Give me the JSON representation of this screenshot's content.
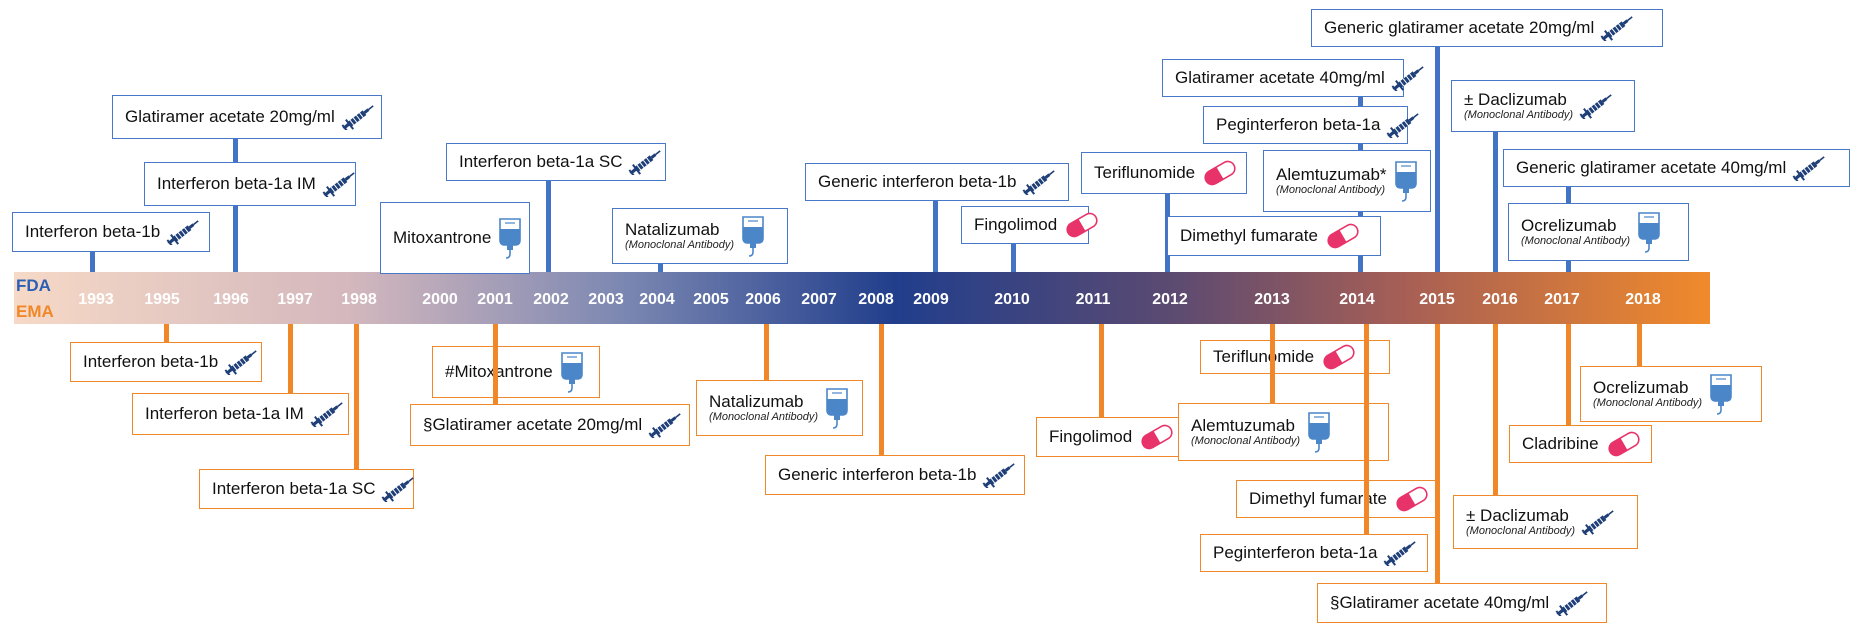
{
  "legend": {
    "fda": "FDA",
    "ema": "EMA"
  },
  "years": [
    "1993",
    "1995",
    "1996",
    "1997",
    "1998",
    "2000",
    "2001",
    "2002",
    "2003",
    "2004",
    "2005",
    "2006",
    "2007",
    "2008",
    "2009",
    "2010",
    "2011",
    "2012",
    "2013",
    "2014",
    "2015",
    "2016",
    "2017",
    "2018"
  ],
  "fda_events": [
    {
      "name": "Interferon beta-1b",
      "icon": "syringe-icon"
    },
    {
      "name": "Glatiramer acetate 20mg/ml",
      "icon": "syringe-icon"
    },
    {
      "name": "Interferon beta-1a IM",
      "icon": "syringe-icon"
    },
    {
      "name": "Mitoxantrone",
      "icon": "iv-bag-icon"
    },
    {
      "name": "Interferon beta-1a SC",
      "icon": "syringe-icon"
    },
    {
      "name": "Natalizumab",
      "sub": "(Monoclonal Antibody)",
      "icon": "iv-bag-icon"
    },
    {
      "name": "Generic interferon beta-1b",
      "icon": "syringe-icon"
    },
    {
      "name": "Fingolimod",
      "icon": "pill-icon"
    },
    {
      "name": "Teriflunomide",
      "icon": "pill-icon"
    },
    {
      "name": "Generic glatiramer acetate 20mg/ml",
      "icon": "syringe-icon"
    },
    {
      "name": "Glatiramer acetate 40mg/ml",
      "icon": "syringe-icon"
    },
    {
      "name": "Peginterferon beta-1a",
      "icon": "syringe-icon"
    },
    {
      "name": "Alemtuzumab*",
      "sub": "(Monoclonal Antibody)",
      "icon": "iv-bag-icon"
    },
    {
      "name": "Dimethyl fumarate",
      "icon": "pill-icon"
    },
    {
      "name": "± Daclizumab",
      "sub": "(Monoclonal Antibody)",
      "icon": "syringe-icon"
    },
    {
      "name": "Generic glatiramer acetate 40mg/ml",
      "icon": "syringe-icon"
    },
    {
      "name": "Ocrelizumab",
      "sub": "(Monoclonal Antibody)",
      "icon": "iv-bag-icon"
    }
  ],
  "ema_events": [
    {
      "name": "Interferon beta-1b",
      "icon": "syringe-icon"
    },
    {
      "name": "Interferon beta-1a IM",
      "icon": "syringe-icon"
    },
    {
      "name": "Interferon beta-1a SC",
      "icon": "syringe-icon"
    },
    {
      "name": "#Mitoxantrone",
      "icon": "iv-bag-icon"
    },
    {
      "name": "§Glatiramer acetate 20mg/ml",
      "icon": "syringe-icon"
    },
    {
      "name": "Natalizumab",
      "sub": "(Monoclonal Antibody)",
      "icon": "iv-bag-icon"
    },
    {
      "name": "Generic interferon beta-1b",
      "icon": "syringe-icon"
    },
    {
      "name": "Fingolimod",
      "icon": "pill-icon"
    },
    {
      "name": "Teriflunomide",
      "icon": "pill-icon"
    },
    {
      "name": "Alemtuzumab",
      "sub": "(Monoclonal Antibody)",
      "icon": "iv-bag-icon"
    },
    {
      "name": "Dimethyl fumarate",
      "icon": "pill-icon"
    },
    {
      "name": "Peginterferon beta-1a",
      "icon": "syringe-icon"
    },
    {
      "name": "§Glatiramer acetate 40mg/ml",
      "icon": "syringe-icon"
    },
    {
      "name": "± Daclizumab",
      "sub": "(Monoclonal Antibody)",
      "icon": "syringe-icon"
    },
    {
      "name": "Cladribine",
      "icon": "pill-icon"
    },
    {
      "name": "Ocrelizumab",
      "sub": "(Monoclonal Antibody)",
      "icon": "iv-bag-icon"
    }
  ],
  "colors": {
    "fda": "#4373c4",
    "ema": "#f0882a",
    "syringe": "#1f3f78",
    "pill": "#e8336a",
    "iv_bag": "#4a86c8"
  }
}
